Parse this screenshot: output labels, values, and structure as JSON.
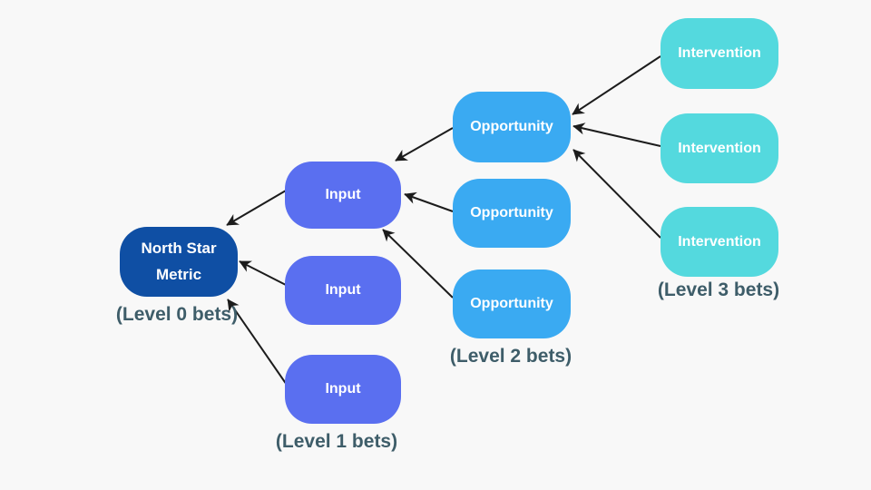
{
  "diagram": {
    "nodes": [
      {
        "id": "north-star-metric",
        "label": "North Star Metric",
        "level": 0
      },
      {
        "id": "input-1",
        "label": "Input",
        "level": 1
      },
      {
        "id": "input-2",
        "label": "Input",
        "level": 1
      },
      {
        "id": "input-3",
        "label": "Input",
        "level": 1
      },
      {
        "id": "opportunity-1",
        "label": "Opportunity",
        "level": 2
      },
      {
        "id": "opportunity-2",
        "label": "Opportunity",
        "level": 2
      },
      {
        "id": "opportunity-3",
        "label": "Opportunity",
        "level": 2
      },
      {
        "id": "intervention-1",
        "label": "Intervention",
        "level": 3
      },
      {
        "id": "intervention-2",
        "label": "Intervention",
        "level": 3
      },
      {
        "id": "intervention-3",
        "label": "Intervention",
        "level": 3
      }
    ],
    "level_labels": [
      "(Level 0 bets)",
      "(Level 1 bets)",
      "(Level 2 bets)",
      "(Level 3 bets)"
    ],
    "edges": [
      {
        "from": "input-1",
        "to": "north-star-metric"
      },
      {
        "from": "input-2",
        "to": "north-star-metric"
      },
      {
        "from": "input-3",
        "to": "north-star-metric"
      },
      {
        "from": "opportunity-1",
        "to": "input-1"
      },
      {
        "from": "opportunity-2",
        "to": "input-1"
      },
      {
        "from": "opportunity-3",
        "to": "input-1"
      },
      {
        "from": "intervention-1",
        "to": "opportunity-1"
      },
      {
        "from": "intervention-2",
        "to": "opportunity-1"
      },
      {
        "from": "intervention-3",
        "to": "opportunity-1"
      }
    ],
    "colors": {
      "background": "#f8f8f8",
      "north_star_metric": "#0f4fa4",
      "input": "#5a6ff0",
      "opportunity": "#3aaaf2",
      "intervention": "#54d9de",
      "node_text": "#ffffff",
      "level_label_text": "#3e5d69",
      "arrow": "#1c1c1c"
    }
  }
}
